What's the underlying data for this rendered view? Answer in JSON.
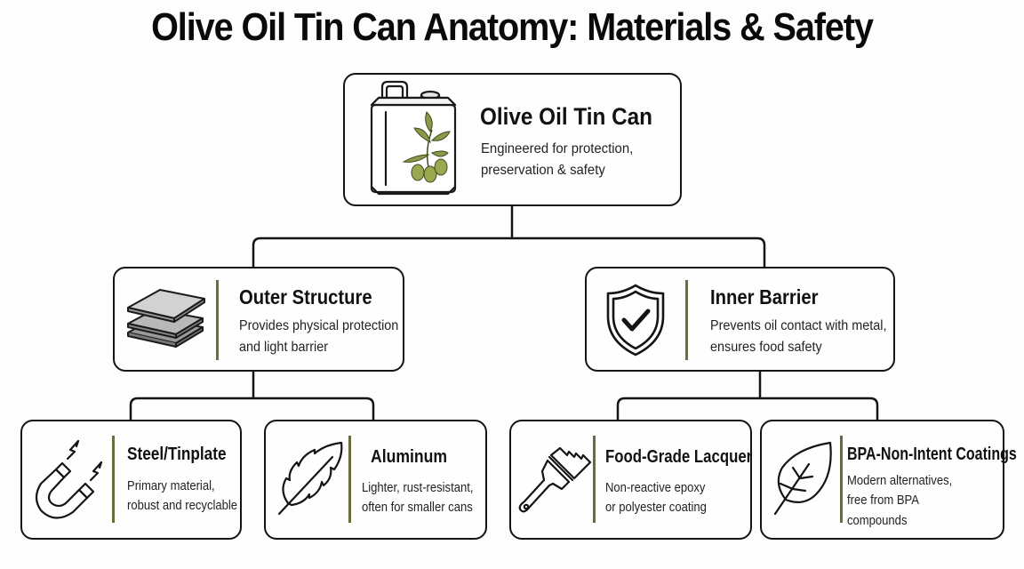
{
  "title": "Olive Oil Tin Can Anatomy: Materials & Safety",
  "colors": {
    "stroke": "#141414",
    "separator": "#6b6b3c",
    "olive_leaf": "#7d8a3e",
    "metal_gray": "#c8c8c8",
    "background": "#fdfdfd"
  },
  "root": {
    "icon": "olive-oil-tin-icon",
    "title": "Olive Oil Tin Can",
    "desc_lines": [
      "Engineered for protection,",
      "preservation & safety"
    ]
  },
  "branches": [
    {
      "icon": "stacked-sheets-icon",
      "title": "Outer Structure",
      "desc_lines": [
        "Provides physical protection",
        "and light barrier"
      ],
      "children": [
        {
          "icon": "magnet-icon",
          "title": "Steel/Tinplate",
          "desc_lines": [
            "Primary material,",
            "robust and recyclable"
          ]
        },
        {
          "icon": "feather-icon",
          "title": "Aluminum",
          "desc_lines": [
            "Lighter, rust-resistant,",
            "often for smaller cans"
          ]
        }
      ]
    },
    {
      "icon": "shield-check-icon",
      "title": "Inner Barrier",
      "desc_lines": [
        "Prevents oil contact with metal,",
        "ensures food safety"
      ],
      "children": [
        {
          "icon": "paint-brush-icon",
          "title": "Food-Grade Lacquer",
          "desc_lines": [
            "Non-reactive epoxy",
            "or polyester coating"
          ]
        },
        {
          "icon": "leaf-icon",
          "title": "BPA-Non-Intent Coatings",
          "desc_lines": [
            "Modern alternatives,",
            "free from BPA",
            "compounds"
          ]
        }
      ]
    }
  ]
}
